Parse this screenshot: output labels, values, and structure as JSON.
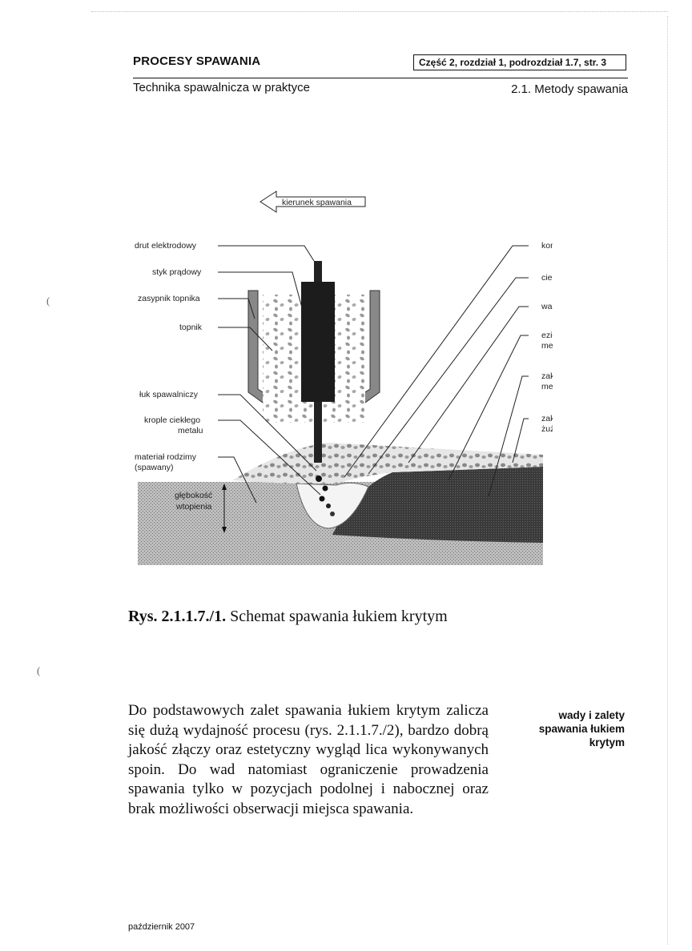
{
  "header": {
    "title": "PROCESY SPAWANIA",
    "reference": "Część 2, rozdział 1, podrozdział 1.7, str. 3",
    "subtitle": "Technika spawalnicza w praktyce",
    "section": "2.1. Metody spawania"
  },
  "diagram": {
    "direction_label": "kierunek spawania",
    "left_labels": [
      "drut elektrodowy",
      "styk prądowy",
      "zasypnik topnika",
      "topnik",
      "łuk spawalniczy",
      "krople ciekłego",
      "metalu",
      "materiał rodzimy",
      "(spawany)"
    ],
    "right_labels": [
      "komora łuku",
      "ciekły żużel",
      "warstwa topnika",
      "ezioro ciekłego",
      "metalu",
      "zakrzepnięty",
      "metal (spoina)",
      "zakrzepnięty",
      "żużel"
    ],
    "penetration_label_1": "głębokość",
    "penetration_label_2": "wtopienia"
  },
  "caption": {
    "number": "Rys. 2.1.1.7./1.",
    "text": "Schemat spawania łukiem krytym"
  },
  "body": {
    "paragraph": "Do podstawowych zalet spawania łukiem krytym zalicza się dużą wydajność procesu (rys. 2.1.1.7./2), bardzo dobrą jakość złączy oraz estetyczny wygląd lica wykonywanych spoin. Do wad natomiast ograniczenie prowadzenia spawania tylko w pozycjach podolnej i nabocznej oraz brak możliwości obserwacji miejsca spawania."
  },
  "side_note": {
    "line1": "wady i zalety",
    "line2": "spawania łukiem",
    "line3": "krytym"
  },
  "footer": {
    "date": "październik 2007"
  },
  "margin_marks": {
    "mark1": "(",
    "mark2": "("
  }
}
